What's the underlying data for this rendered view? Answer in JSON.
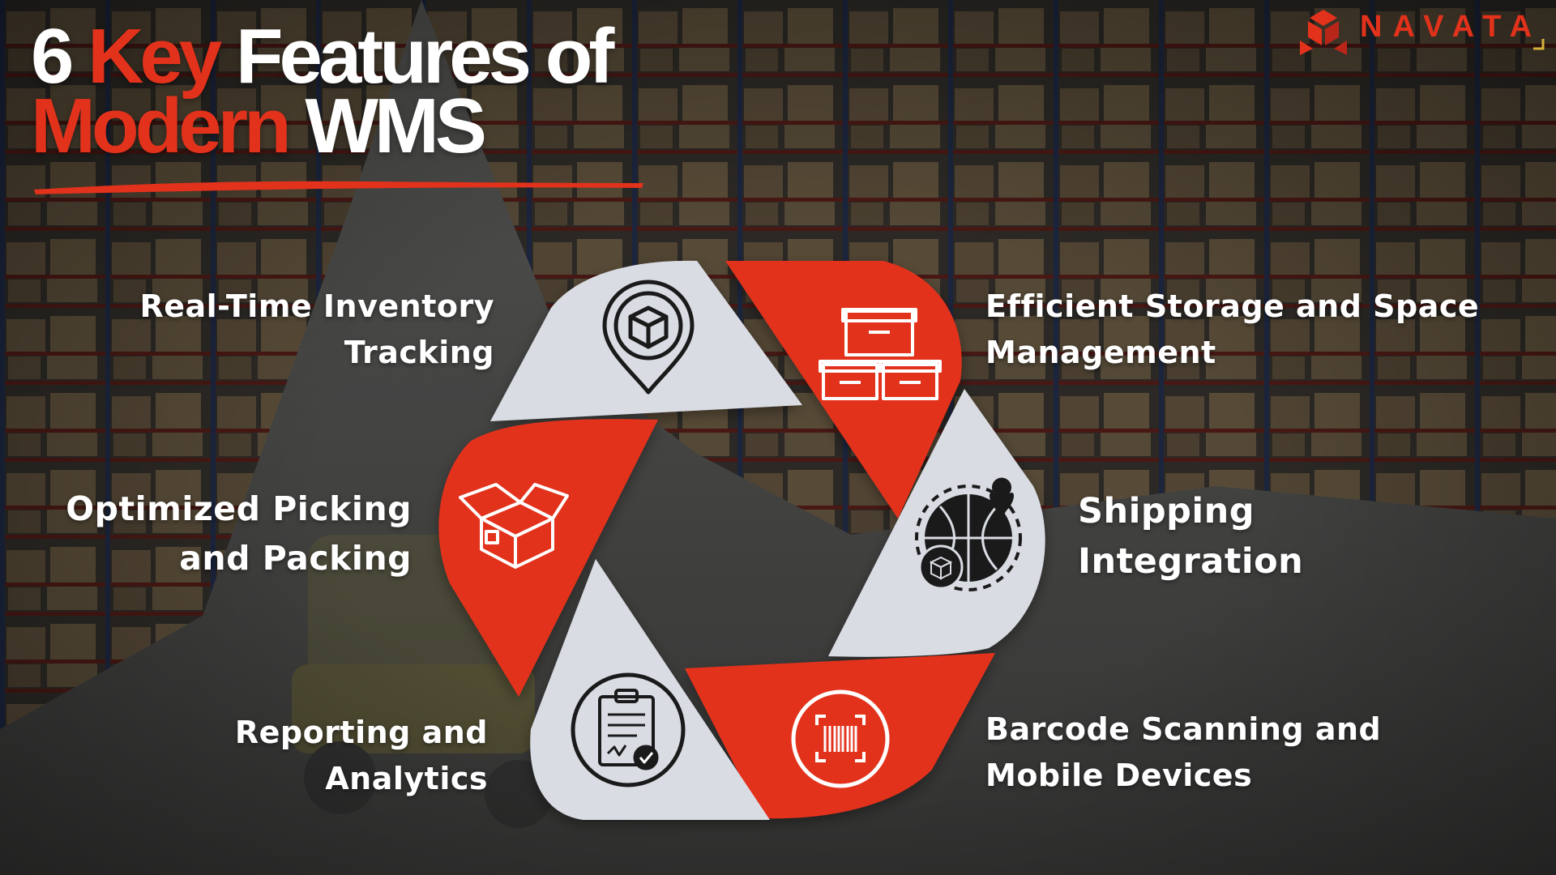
{
  "title": {
    "line1": {
      "number": "6",
      "accent": "Key",
      "rest": "Features of"
    },
    "line2": {
      "accent": "Modern",
      "rest": "WMS"
    }
  },
  "brand": {
    "name": "NAVATA"
  },
  "features": [
    {
      "lines": [
        "Real-Time Inventory",
        "Tracking"
      ],
      "icon": "location-pin-box-icon"
    },
    {
      "lines": [
        "Efficient Storage and Space",
        "Management"
      ],
      "icon": "stacked-boxes-icon"
    },
    {
      "lines": [
        "Shipping",
        "Integration"
      ],
      "icon": "globe-package-icon"
    },
    {
      "lines": [
        "Barcode Scanning and",
        "Mobile Devices"
      ],
      "icon": "barcode-scan-icon"
    },
    {
      "lines": [
        "Reporting and",
        "Analytics"
      ],
      "icon": "clipboard-check-icon"
    },
    {
      "lines": [
        "Optimized Picking",
        "and Packing"
      ],
      "icon": "open-box-icon"
    }
  ],
  "colors": {
    "accent": "#e3321b",
    "segment_light": "#d9dce3",
    "icon_dark": "#1a1a1a",
    "text": "#ffffff"
  }
}
